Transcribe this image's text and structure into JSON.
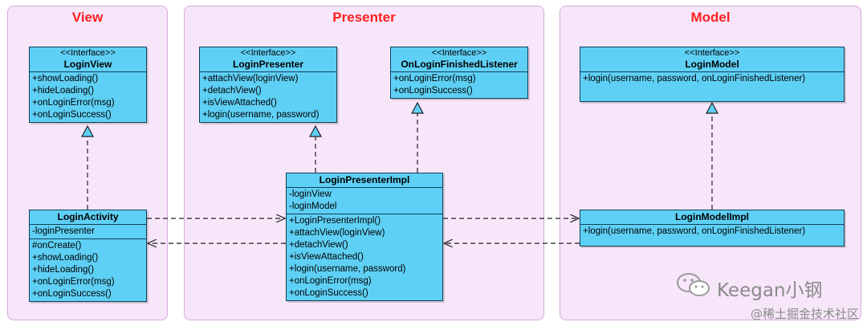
{
  "packages": {
    "view": "View",
    "presenter": "Presenter",
    "model": "Model"
  },
  "classes": {
    "login_view": {
      "stereotype": "<<Interface>>",
      "name": "LoginView",
      "methods": [
        "+showLoading()",
        "+hideLoading()",
        "+onLoginError(msg)",
        "+onLoginSuccess()"
      ]
    },
    "login_presenter": {
      "stereotype": "<<Interface>>",
      "name": "LoginPresenter",
      "methods": [
        "+attachView(loginView)",
        "+detachView()",
        "+isViewAttached()",
        "+login(username, password)"
      ]
    },
    "on_login_finished_listener": {
      "stereotype": "<<Interface>>",
      "name": "OnLoginFinishedListener",
      "methods": [
        "+onLoginError(msg)",
        "+onLoginSuccess()"
      ]
    },
    "login_model": {
      "stereotype": "<<Interface>>",
      "name": "LoginModel",
      "methods": [
        "+login(username, password, onLoginFinishedListener)"
      ]
    },
    "login_activity": {
      "name": "LoginActivity",
      "fields": [
        "-loginPresenter"
      ],
      "methods": [
        "#onCreate()",
        "+showLoading()",
        "+hideLoading()",
        "+onLoginError(msg)",
        "+onLoginSuccess()"
      ]
    },
    "login_presenter_impl": {
      "name": "LoginPresenterImpl",
      "fields": [
        "-loginView",
        "-loginModel"
      ],
      "methods": [
        "+LoginPresenterImpl()",
        "+attachView(loginView)",
        "+detachView()",
        "+isViewAttached()",
        "+login(username, password)",
        "+onLoginError(msg)",
        "+onLoginSuccess()"
      ]
    },
    "login_model_impl": {
      "name": "LoginModelImpl",
      "methods": [
        "+login(username, password, onLoginFinishedListener)"
      ]
    }
  },
  "watermark": {
    "author": "Keegan小钢",
    "site": "@稀土掘金技术社区"
  }
}
